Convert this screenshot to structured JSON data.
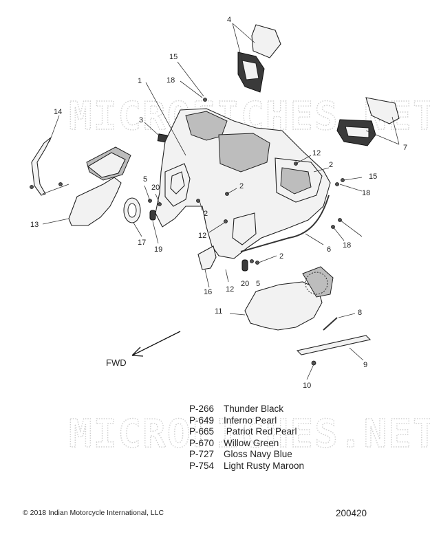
{
  "watermark": "MICROFICHES.NET",
  "fwd_label": "FWD",
  "callouts": [
    "1",
    "2",
    "2",
    "2",
    "2",
    "3",
    "4",
    "5",
    "5",
    "6",
    "7",
    "8",
    "9",
    "10",
    "11",
    "12",
    "12",
    "12",
    "13",
    "14",
    "15",
    "15",
    "16",
    "17",
    "18",
    "18",
    "18",
    "19",
    "20",
    "20"
  ],
  "paint_codes": [
    {
      "code": "P-266",
      "name": "Thunder Black"
    },
    {
      "code": "P-649",
      "name": "Inferno Pearl"
    },
    {
      "code": "P-665",
      "name": " Patriot Red Pearl"
    },
    {
      "code": "P-670",
      "name": "Willow Green"
    },
    {
      "code": "P-727",
      "name": "Gloss Navy Blue"
    },
    {
      "code": "P-754",
      "name": "Light Rusty Maroon"
    }
  ],
  "copyright": "2018 Indian Motorcycle International, LLC",
  "copyright_symbol": "©",
  "diagram_number": "200420"
}
